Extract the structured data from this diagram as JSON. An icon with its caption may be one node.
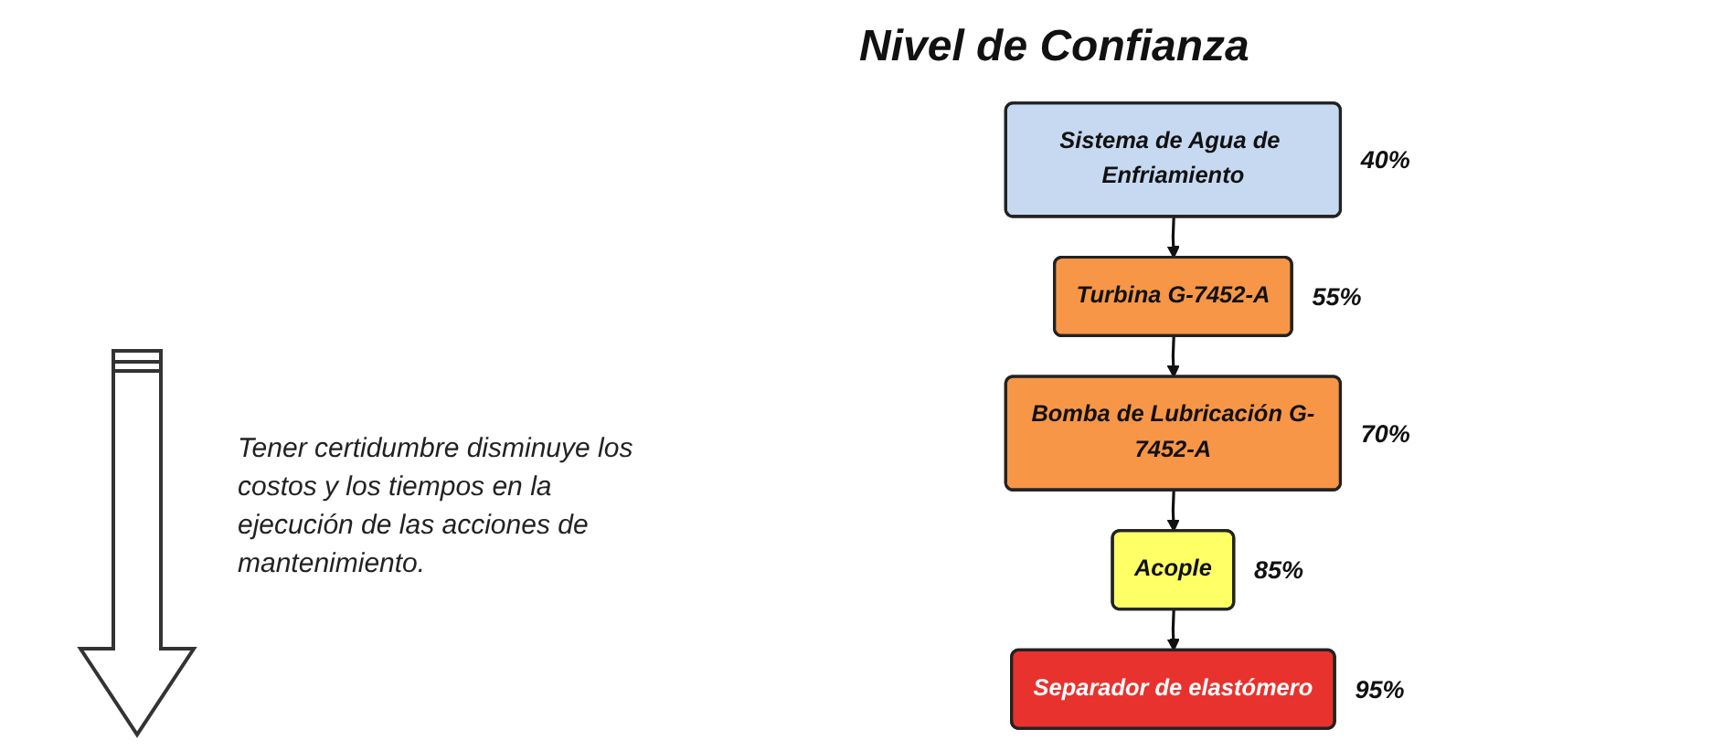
{
  "diagram": {
    "title": "Nivel de Confianza",
    "nodes": [
      {
        "text": [
          "Sistema de Agua de Enfriamiento"
        ],
        "beside": [
          "40%"
        ]
      },
      {
        "text": [
          "Turbina G-7452-A"
        ],
        "beside": [
          "55%"
        ]
      },
      {
        "text": [
          "Bomba de Lubricación G-7452-A"
        ],
        "beside": [
          "70%"
        ]
      },
      {
        "text": [
          "Acople"
        ],
        "beside": [
          "85%"
        ]
      },
      {
        "text": [
          "Separador de elastómero"
        ],
        "beside": [
          "95%"
        ]
      }
    ],
    "edges": [
      {
        "from": 0,
        "to": 1,
        "arrow": "to"
      },
      {
        "from": 1,
        "to": 2,
        "arrow": "to"
      },
      {
        "from": 2,
        "to": 3,
        "arrow": "to"
      },
      {
        "from": 3,
        "to": 4,
        "arrow": "to"
      }
    ],
    "labels": [
      "Tener certidumbre disminuye los costos y los tiempos en la ejecución de las acciones de mantenimiento."
    ]
  }
}
